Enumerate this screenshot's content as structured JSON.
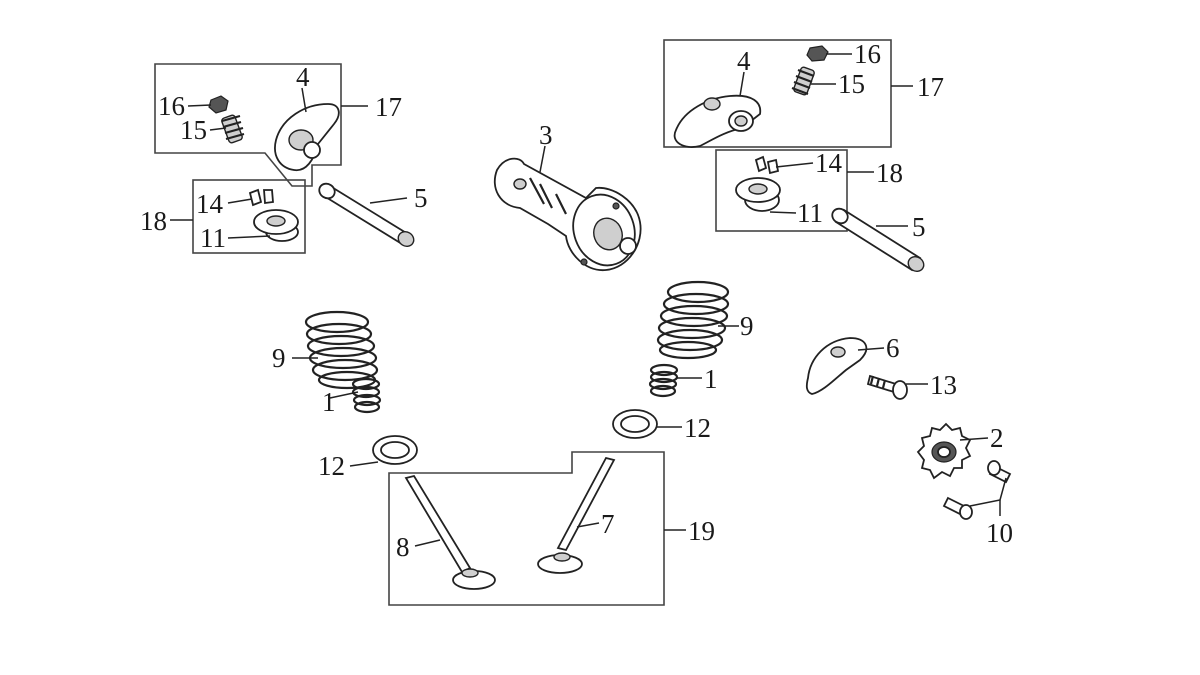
{
  "callouts": {
    "c1a": "1",
    "c1b": "1",
    "c2": "2",
    "c3": "3",
    "c4a": "4",
    "c4b": "4",
    "c5a": "5",
    "c5b": "5",
    "c6": "6",
    "c7": "7",
    "c8": "8",
    "c9a": "9",
    "c9b": "9",
    "c10": "10",
    "c11a": "11",
    "c11b": "11",
    "c12a": "12",
    "c12b": "12",
    "c13": "13",
    "c14a": "14",
    "c14b": "14",
    "c15a": "15",
    "c15b": "15",
    "c16a": "16",
    "c16b": "16",
    "c17a": "17",
    "c17b": "17",
    "c18a": "18",
    "c18b": "18",
    "c19": "19"
  },
  "icons": {
    "camshaft": "camshaft-icon",
    "rocker_arm": "rocker-arm-icon",
    "rocker_shaft": "rocker-shaft-icon",
    "valve_spring": "valve-spring-icon",
    "valve": "valve-icon",
    "sprocket": "cam-sprocket-icon"
  },
  "colors": {
    "line": "#222222",
    "background": "#ffffff"
  }
}
